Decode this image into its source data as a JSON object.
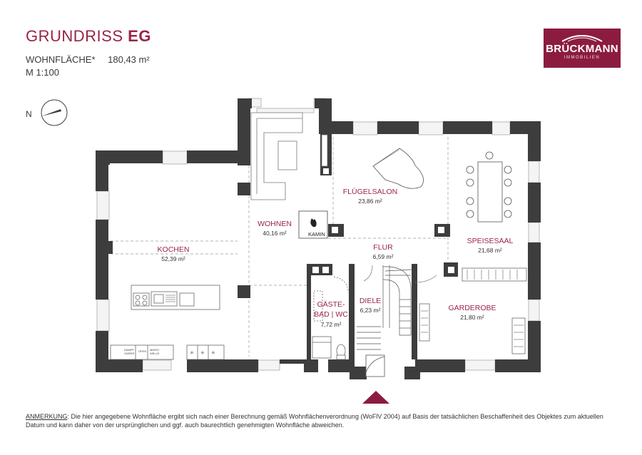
{
  "header": {
    "title_main": "GRUNDRISS",
    "title_floor": "EG",
    "area_label": "WOHNFLÄCHE*",
    "area_value": "180,43 m²",
    "scale": "M 1:100"
  },
  "logo": {
    "brand": "BRÜCKMANN",
    "sub": "IMMOBILIEN"
  },
  "compass": {
    "letter": "N"
  },
  "rooms": {
    "kochen": {
      "name": "KOCHEN",
      "area": "52,39 m²"
    },
    "wohnen": {
      "name": "WOHNEN",
      "area": "40,16 m²"
    },
    "fluegelsalon": {
      "name": "FLÜGELSALON",
      "area": "23,86 m²"
    },
    "speisesaal": {
      "name": "SPEISESAAL",
      "area": "21,68 m²"
    },
    "flur": {
      "name": "FLUR",
      "area": "6,59 m²"
    },
    "diele": {
      "name": "DIELE",
      "area": "6,23 m²"
    },
    "gaeste": {
      "name1": "GÄSTE-",
      "name2": "BAD | WC",
      "area": "7,72 m²"
    },
    "garderobe": {
      "name": "GARDEROBE",
      "area": "21,80 m²"
    }
  },
  "fixtures": {
    "kamin": "KAMIN",
    "dampfgarer1": "DAMPF",
    "dampfgarer2": "GARER",
    "ofen": "OFEN",
    "mikrowelle1": "MIKRO",
    "mikrowelle2": "WELLE"
  },
  "colors": {
    "accent": "#9a2446",
    "wall": "#3d3d3d",
    "logo_bg": "#8c1c3f"
  },
  "footnote": {
    "label": "ANMERKUNG",
    "text": ": Die hier angegebene Wohnfläche ergibt sich nach einer Berechnung gemäß Wohnflächenverordnung (WoFlV 2004) auf Basis der tatsächlichen Beschaffenheit des Objektes zum aktuellen Datum und kann daher von der ursprünglichen und ggf. auch baurechtlich genehmigten Wohnfläche abweichen."
  }
}
